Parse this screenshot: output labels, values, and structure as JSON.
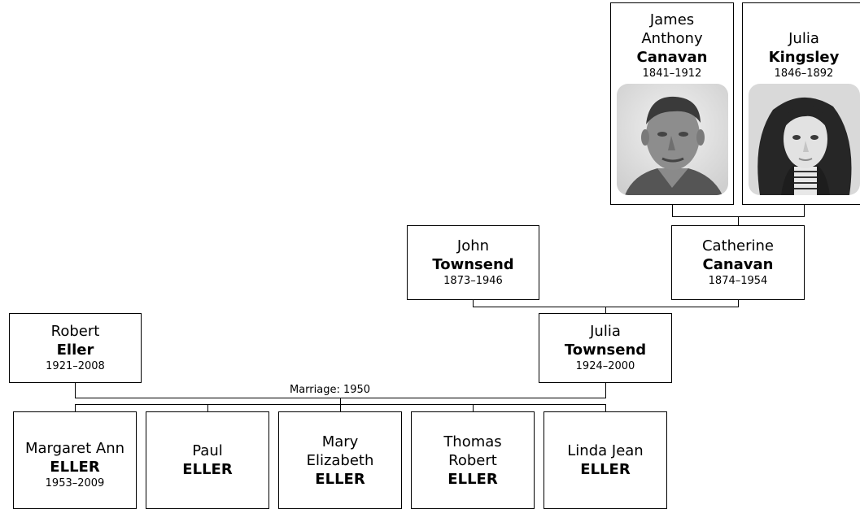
{
  "people": {
    "james": {
      "given": "James Anthony",
      "surname": "Canavan",
      "dates": "1841–1912"
    },
    "julia_k": {
      "given": "Julia",
      "surname": "Kingsley",
      "dates": "1846–1892"
    },
    "john": {
      "given": "John",
      "surname": "Townsend",
      "dates": "1873–1946"
    },
    "catherine": {
      "given": "Catherine",
      "surname": "Canavan",
      "dates": "1874–1954"
    },
    "robert": {
      "given": "Robert",
      "surname": "Eller",
      "dates": "1921–2008"
    },
    "julia_t": {
      "given": "Julia",
      "surname": "Townsend",
      "dates": "1924–2000"
    }
  },
  "marriage_label": "Marriage: 1950",
  "children": [
    {
      "given": "Margaret Ann",
      "surname": "ELLER",
      "dates": "1953–2009"
    },
    {
      "given": "Paul",
      "surname": "ELLER",
      "dates": ""
    },
    {
      "given": "Mary Elizabeth",
      "surname": "ELLER",
      "dates": ""
    },
    {
      "given": "Thomas Robert",
      "surname": "ELLER",
      "dates": ""
    },
    {
      "given": "Linda Jean",
      "surname": "ELLER",
      "dates": ""
    }
  ]
}
